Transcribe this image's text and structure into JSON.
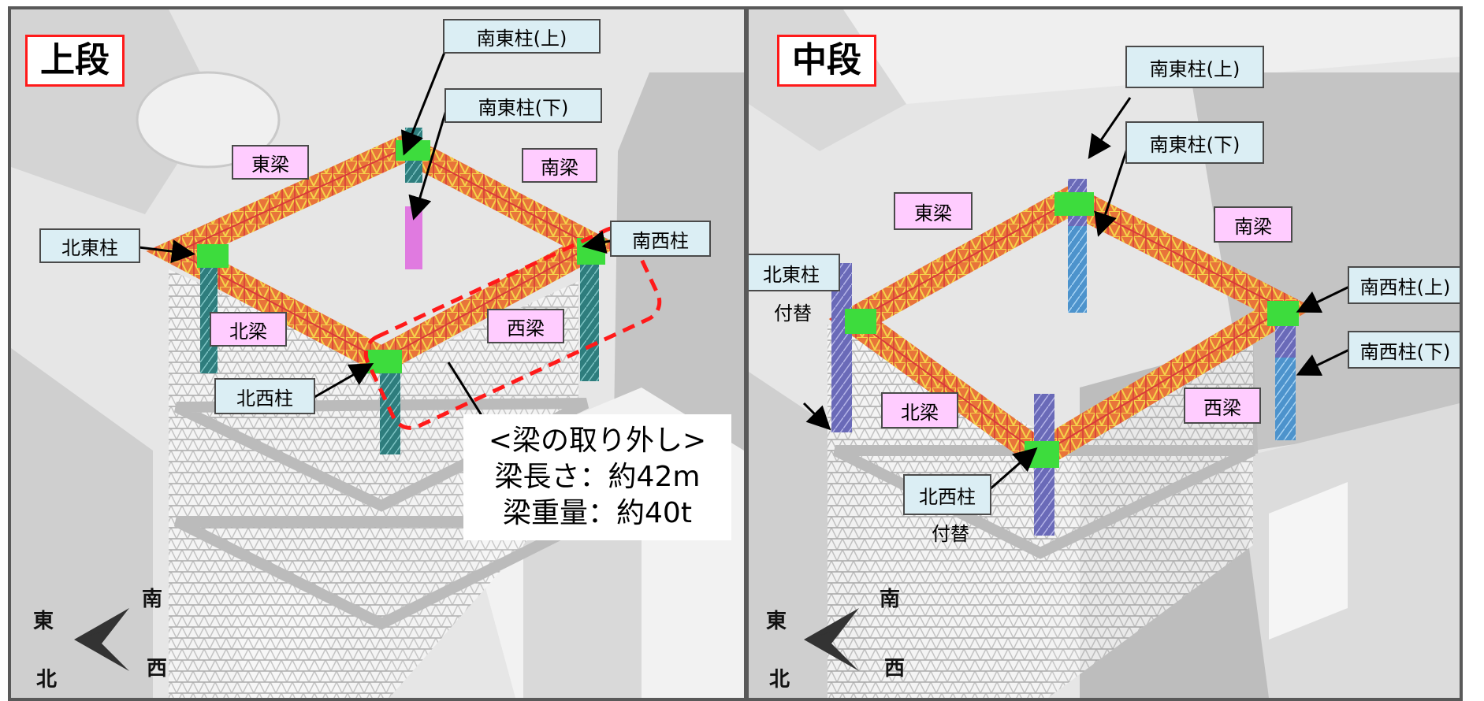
{
  "colors": {
    "frame": "#595959",
    "title_border": "#ff1a1a",
    "column_label_bg": "#dbeef4",
    "beam_label_bg": "#ffccff",
    "highlight_dash": "#ff1a1a"
  },
  "upper": {
    "title": "上段",
    "labels": {
      "se_col_top": "南東柱(上)",
      "se_col_bottom": "南東柱(下)",
      "east_beam": "東梁",
      "south_beam": "南梁",
      "ne_col": "北東柱",
      "sw_col": "南西柱",
      "north_beam": "北梁",
      "west_beam": "西梁",
      "nw_col": "北西柱"
    },
    "note": {
      "line1": "<梁の取り外し>",
      "line2": "梁長さ：約42m",
      "line3": "梁重量：約40t"
    },
    "compass": {
      "south": "南",
      "east": "東",
      "north": "北",
      "west": "西"
    }
  },
  "middle": {
    "title": "中段",
    "labels": {
      "se_col_top": "南東柱(上)",
      "se_col_bottom": "南東柱(下)",
      "east_beam": "東梁",
      "south_beam": "南梁",
      "ne_col": "北東柱",
      "ne_col_sub": "付替",
      "sw_col_top": "南西柱(上)",
      "sw_col_bottom": "南西柱(下)",
      "north_beam": "北梁",
      "west_beam": "西梁",
      "nw_col": "北西柱",
      "nw_col_sub": "付替"
    },
    "compass": {
      "south": "南",
      "east": "東",
      "north": "北",
      "west": "西"
    }
  }
}
